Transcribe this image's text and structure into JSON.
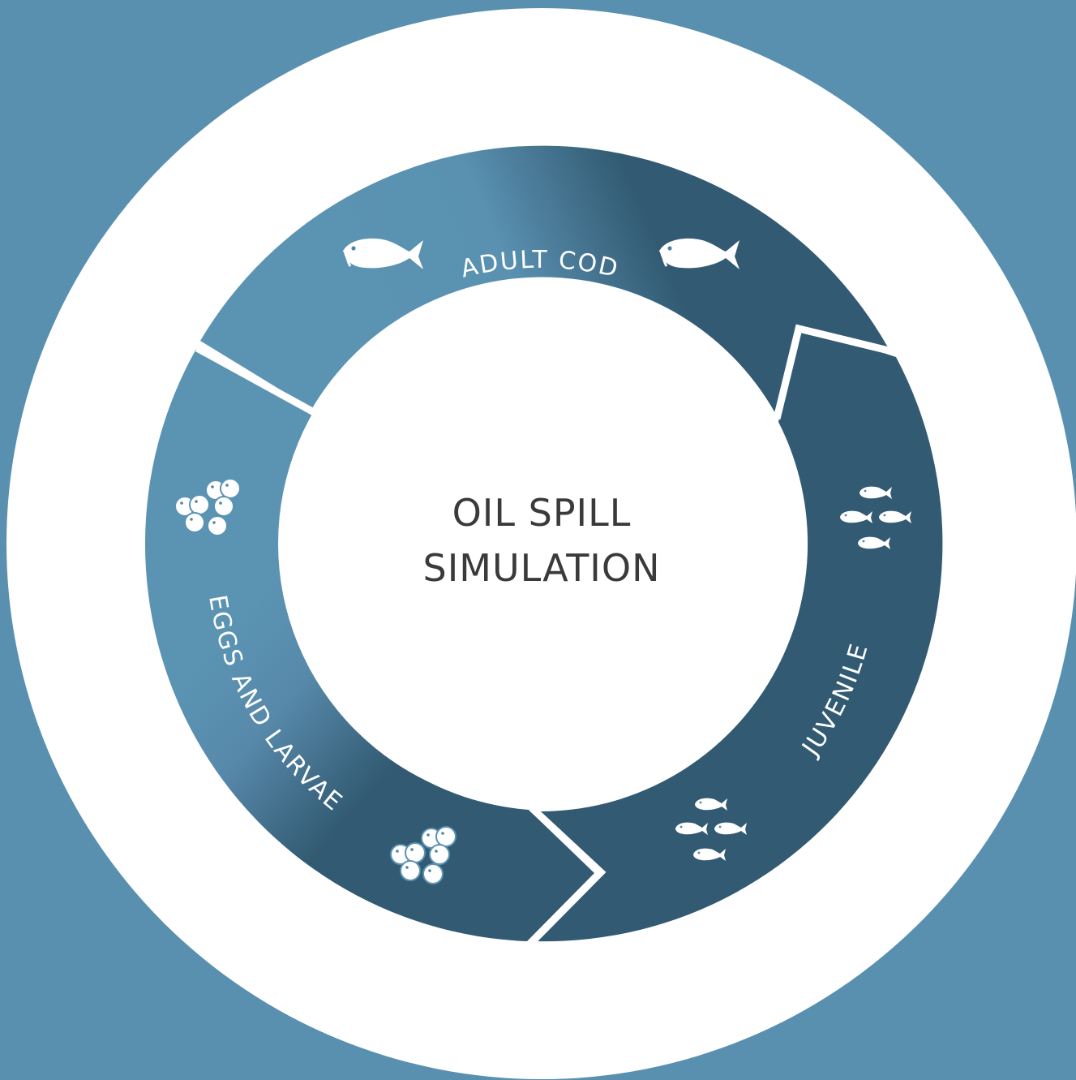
{
  "center": {
    "line1": "OIL SPILL",
    "line2": "SIMULATION"
  },
  "stages": {
    "adult": {
      "label": "ADULT COD",
      "icon": "adult-cod-fish-icon"
    },
    "juvenile": {
      "label": "JUVENILE",
      "icon": "juvenile-fish-school-icon"
    },
    "eggs": {
      "label": "EGGS AND LARVAE",
      "icon": "egg-cluster-icon"
    }
  },
  "colors": {
    "background": "#5990b0",
    "light_segment": "#5b93b3",
    "dark_segment": "#325a72",
    "white": "#ffffff"
  }
}
